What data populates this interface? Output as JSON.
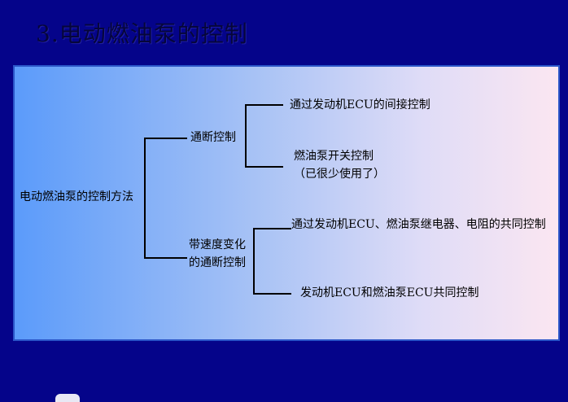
{
  "slide": {
    "title": "3.电动燃油泵的控制"
  },
  "diagram": {
    "root": "电动燃油泵的控制方法",
    "branch1": {
      "label": "通断控制",
      "leaf1": "通过发动机ECU的间接控制",
      "leaf2_line1": "燃油泵开关控制",
      "leaf2_line2": "（已很少使用了）"
    },
    "branch2": {
      "label_line1": "带速度变化",
      "label_line2": "的通断控制",
      "leaf1": "通过发动机ECU、燃油泵继电器、电阻的共同控制",
      "leaf2": "发动机ECU和燃油泵ECU共同控制"
    },
    "line_color": "#000000"
  }
}
